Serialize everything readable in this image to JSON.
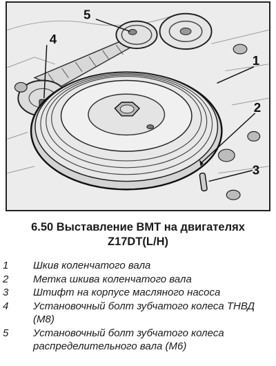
{
  "figure": {
    "callouts": [
      "1",
      "2",
      "3",
      "4",
      "5"
    ]
  },
  "caption": {
    "line1": "6.50 Выставление ВМТ на двигателях",
    "line2": "Z17DT(L/H)"
  },
  "legend": [
    {
      "num": "1",
      "text": "Шкив коленчатого вала"
    },
    {
      "num": "2",
      "text": "Метка шкива коленчатого вала"
    },
    {
      "num": "3",
      "text": "Штифт на корпусе масляного насоса"
    },
    {
      "num": "4",
      "text": "Установочный болт зубчатого колеса ТНВД (М8)"
    },
    {
      "num": "5",
      "text": "Установочный болт зубчатого колеса распределительного вала (М6)"
    }
  ]
}
